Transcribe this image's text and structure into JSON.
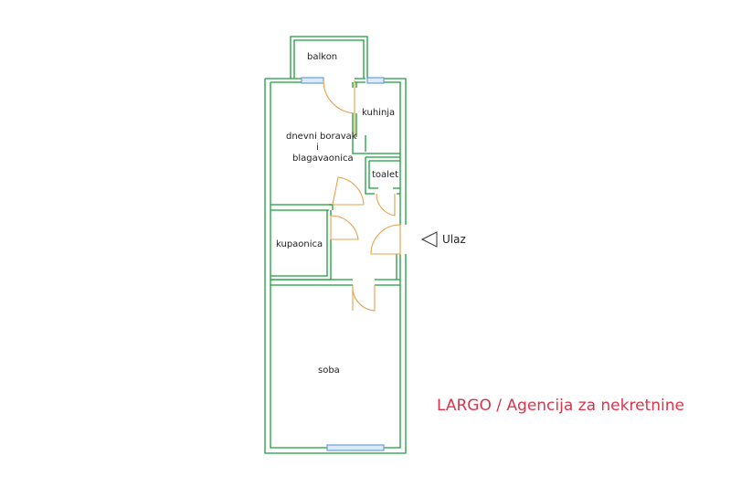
{
  "floorplan": {
    "rooms": {
      "balkon": "balkon",
      "kuhinja": "kuhinja",
      "dnevni_line1": "dnevni boravak",
      "dnevni_line2": "i",
      "dnevni_line3": "blagavaonica",
      "toalet": "toalet",
      "kupaonica": "kupaonica",
      "soba": "soba"
    },
    "entrance_label": "Ulaz"
  },
  "brand": "LARGO / Agencija za nekretnine",
  "colors": {
    "wall": "#1a9e3a",
    "door": "#e8a04a",
    "window": "#6aa0d8",
    "text": "#222222",
    "brand": "#e0334a"
  }
}
